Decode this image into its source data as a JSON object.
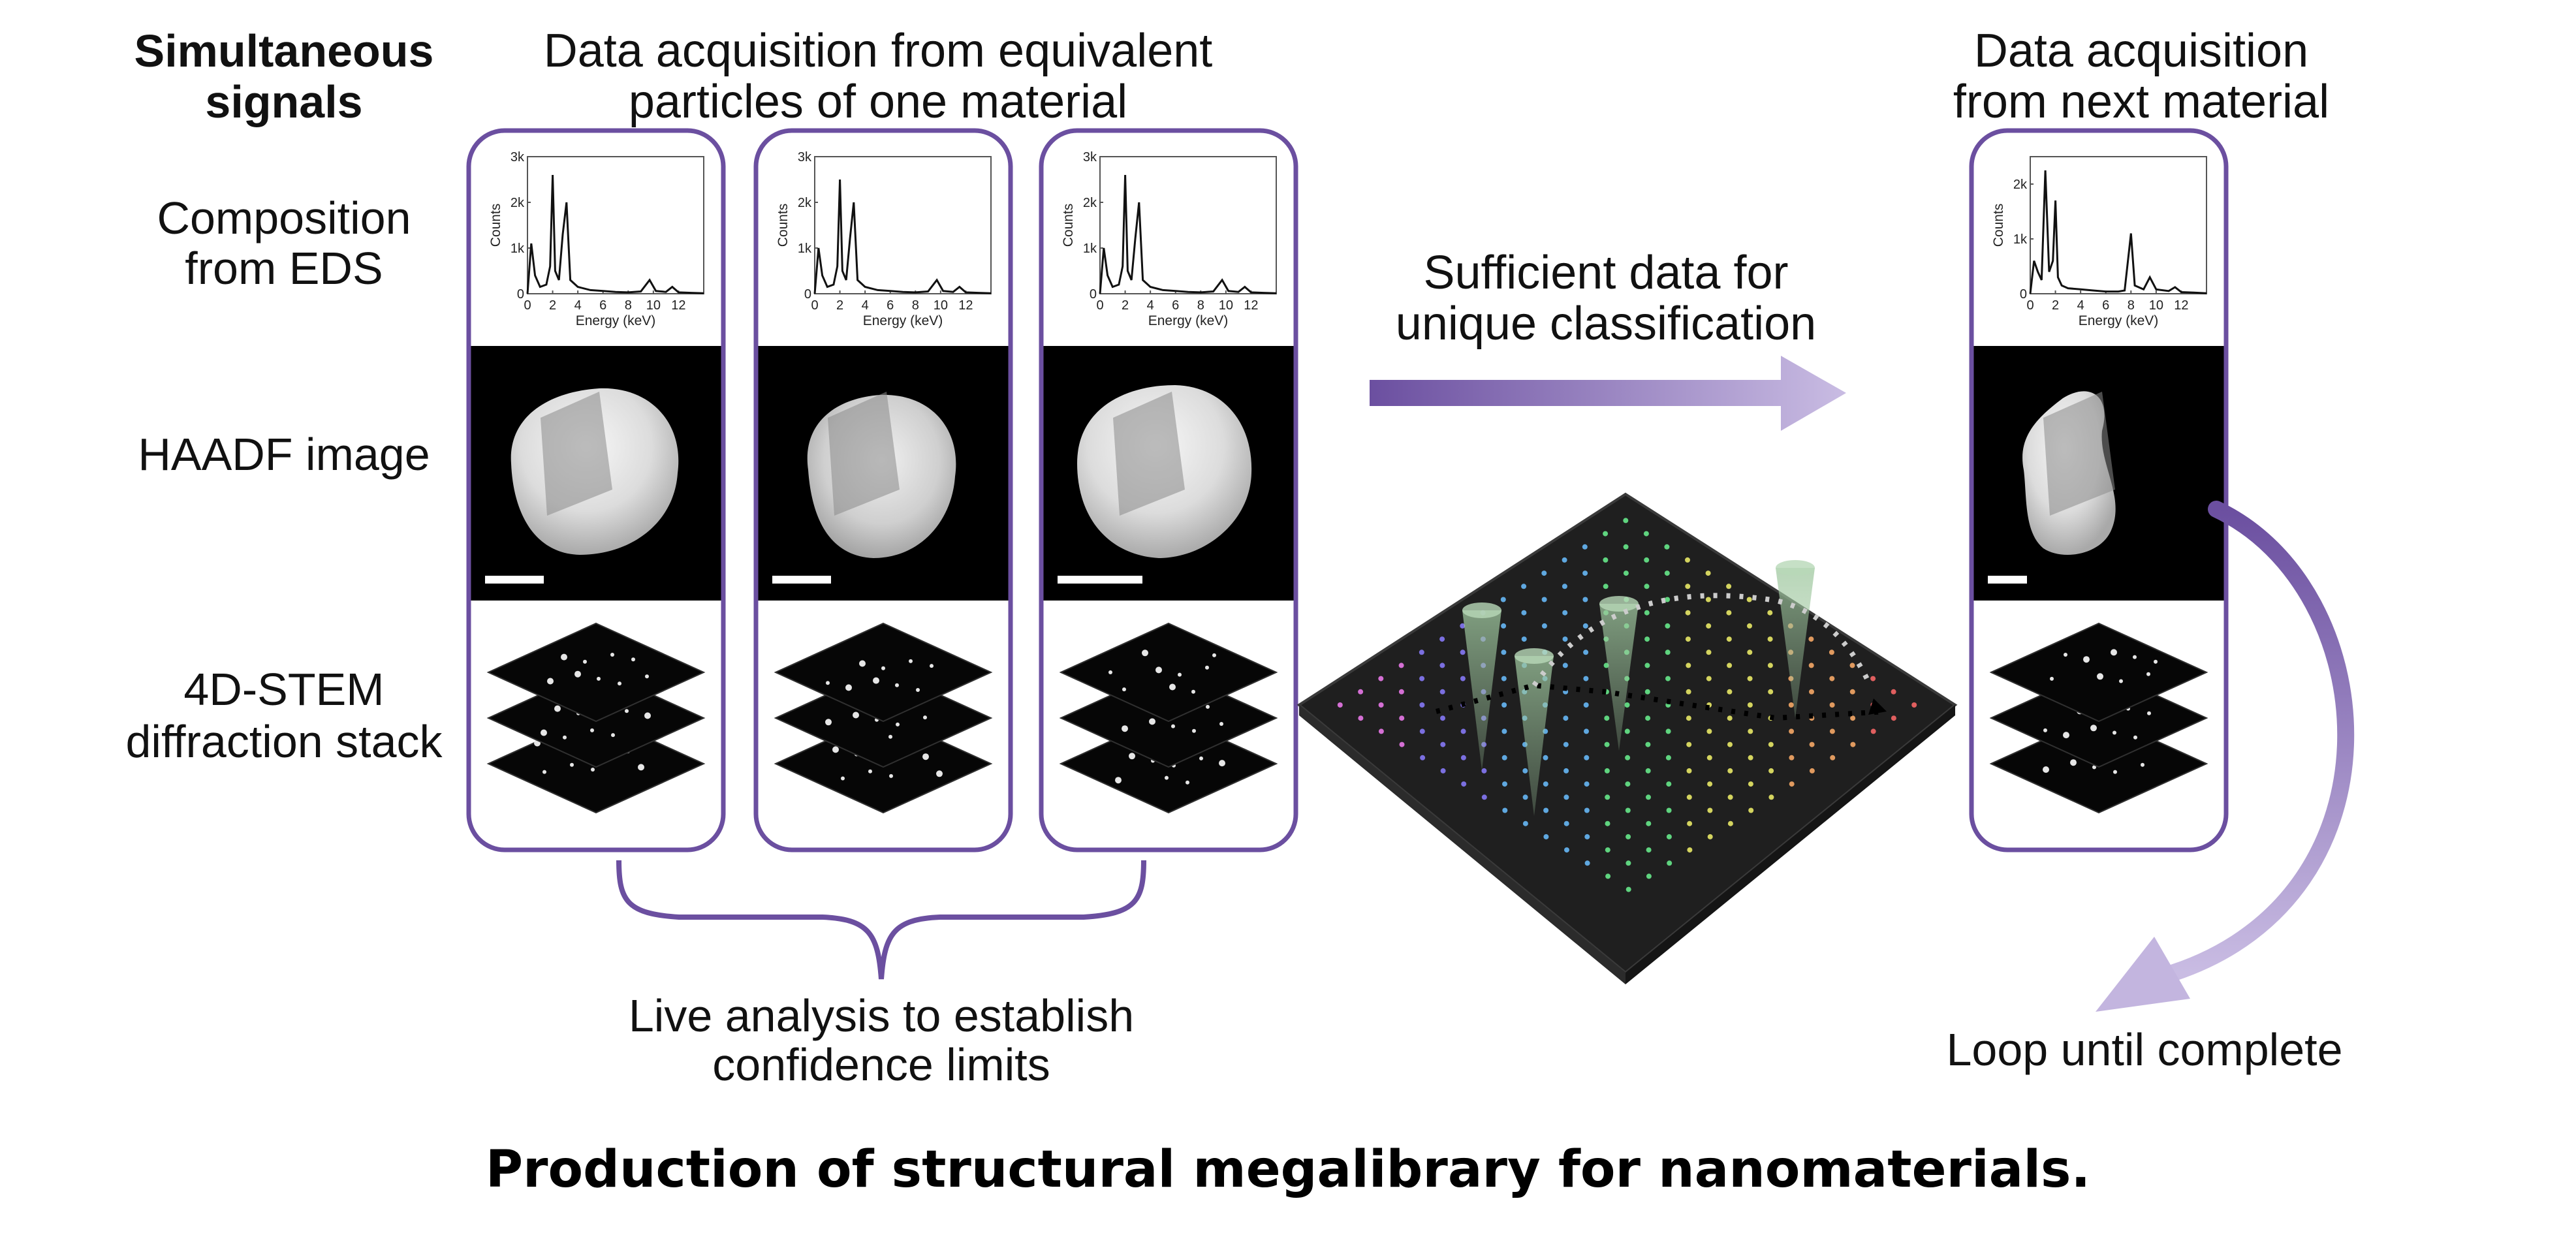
{
  "header": {
    "simultaneous_line1": "Simultaneous",
    "simultaneous_line2": "signals",
    "equivalent_line1": "Data acquisition from equivalent",
    "equivalent_line2": "particles of one material",
    "next_line1": "Data acquisition",
    "next_line2": "from next material"
  },
  "row_labels": {
    "composition_line1": "Composition",
    "composition_line2": "from EDS",
    "haadf": "HAADF image",
    "stem_line1": "4D-STEM",
    "stem_line2": "diffraction stack"
  },
  "classification": {
    "line1": "Sufficient data for",
    "line2": "unique classification"
  },
  "live_analysis": {
    "line1": "Live analysis to establish",
    "line2": "confidence limits"
  },
  "loop_label": "Loop until complete",
  "caption": "Production of structural megalibrary for nanomaterials.",
  "accent_color": "#6b4fa0",
  "eds_axis": {
    "xlabel": "Energy (keV)",
    "ylabel": "Counts",
    "x_ticks": [
      "0",
      "2",
      "4",
      "6",
      "8",
      "10",
      "12"
    ]
  },
  "chart_data": [
    {
      "type": "line",
      "panel": "particle-1",
      "xlabel": "Energy (keV)",
      "ylabel": "Counts",
      "xlim": [
        0,
        14
      ],
      "ylim": [
        0,
        3000
      ],
      "y_ticks": [
        "0",
        "1k",
        "2k",
        "3k"
      ],
      "x": [
        0,
        0.3,
        0.6,
        1.0,
        1.5,
        1.8,
        2.0,
        2.2,
        2.5,
        2.8,
        3.1,
        3.4,
        4.0,
        5.0,
        6.0,
        7.0,
        8.0,
        9.0,
        9.7,
        10.2,
        11.0,
        11.5,
        12.0,
        13.0,
        14.0
      ],
      "y": [
        0,
        1100,
        400,
        150,
        200,
        600,
        2600,
        500,
        300,
        1300,
        2000,
        300,
        150,
        80,
        60,
        40,
        30,
        50,
        300,
        60,
        40,
        150,
        30,
        20,
        10
      ]
    },
    {
      "type": "line",
      "panel": "particle-2",
      "xlabel": "Energy (keV)",
      "ylabel": "Counts",
      "xlim": [
        0,
        14
      ],
      "ylim": [
        0,
        3000
      ],
      "y_ticks": [
        "0",
        "1k",
        "2k",
        "3k"
      ],
      "x": [
        0,
        0.3,
        0.6,
        1.0,
        1.5,
        1.8,
        2.0,
        2.2,
        2.5,
        2.8,
        3.1,
        3.4,
        4.0,
        5.0,
        6.0,
        7.0,
        8.0,
        9.0,
        9.7,
        10.2,
        11.0,
        11.5,
        12.0,
        13.0,
        14.0
      ],
      "y": [
        0,
        1000,
        400,
        150,
        200,
        600,
        2500,
        500,
        300,
        1200,
        2000,
        300,
        150,
        80,
        60,
        40,
        30,
        50,
        300,
        60,
        40,
        150,
        30,
        20,
        10
      ]
    },
    {
      "type": "line",
      "panel": "particle-3",
      "xlabel": "Energy (keV)",
      "ylabel": "Counts",
      "xlim": [
        0,
        14
      ],
      "ylim": [
        0,
        3000
      ],
      "y_ticks": [
        "0",
        "1k",
        "2k",
        "3k"
      ],
      "x": [
        0,
        0.3,
        0.6,
        1.0,
        1.5,
        1.8,
        2.0,
        2.2,
        2.5,
        2.8,
        3.1,
        3.4,
        4.0,
        5.0,
        6.0,
        7.0,
        8.0,
        9.0,
        9.7,
        10.2,
        11.0,
        11.5,
        12.0,
        13.0,
        14.0
      ],
      "y": [
        0,
        1000,
        400,
        150,
        200,
        600,
        2600,
        500,
        300,
        1200,
        2000,
        300,
        150,
        80,
        60,
        40,
        30,
        50,
        300,
        60,
        40,
        150,
        30,
        20,
        10
      ]
    },
    {
      "type": "line",
      "panel": "next-material",
      "xlabel": "Energy (keV)",
      "ylabel": "Counts",
      "xlim": [
        0,
        14
      ],
      "ylim": [
        0,
        2500
      ],
      "y_ticks": [
        "0",
        "1k",
        "2k"
      ],
      "x": [
        0,
        0.3,
        0.6,
        0.9,
        1.2,
        1.5,
        1.8,
        2.0,
        2.2,
        2.5,
        3.0,
        4.0,
        5.0,
        6.0,
        7.0,
        7.5,
        8.0,
        8.3,
        9.0,
        9.5,
        10.0,
        11.0,
        11.5,
        12.0,
        13.0,
        14.0
      ],
      "y": [
        0,
        600,
        400,
        250,
        2250,
        400,
        600,
        1700,
        300,
        150,
        100,
        80,
        60,
        40,
        40,
        60,
        1100,
        150,
        80,
        300,
        80,
        50,
        120,
        30,
        20,
        10
      ]
    }
  ]
}
